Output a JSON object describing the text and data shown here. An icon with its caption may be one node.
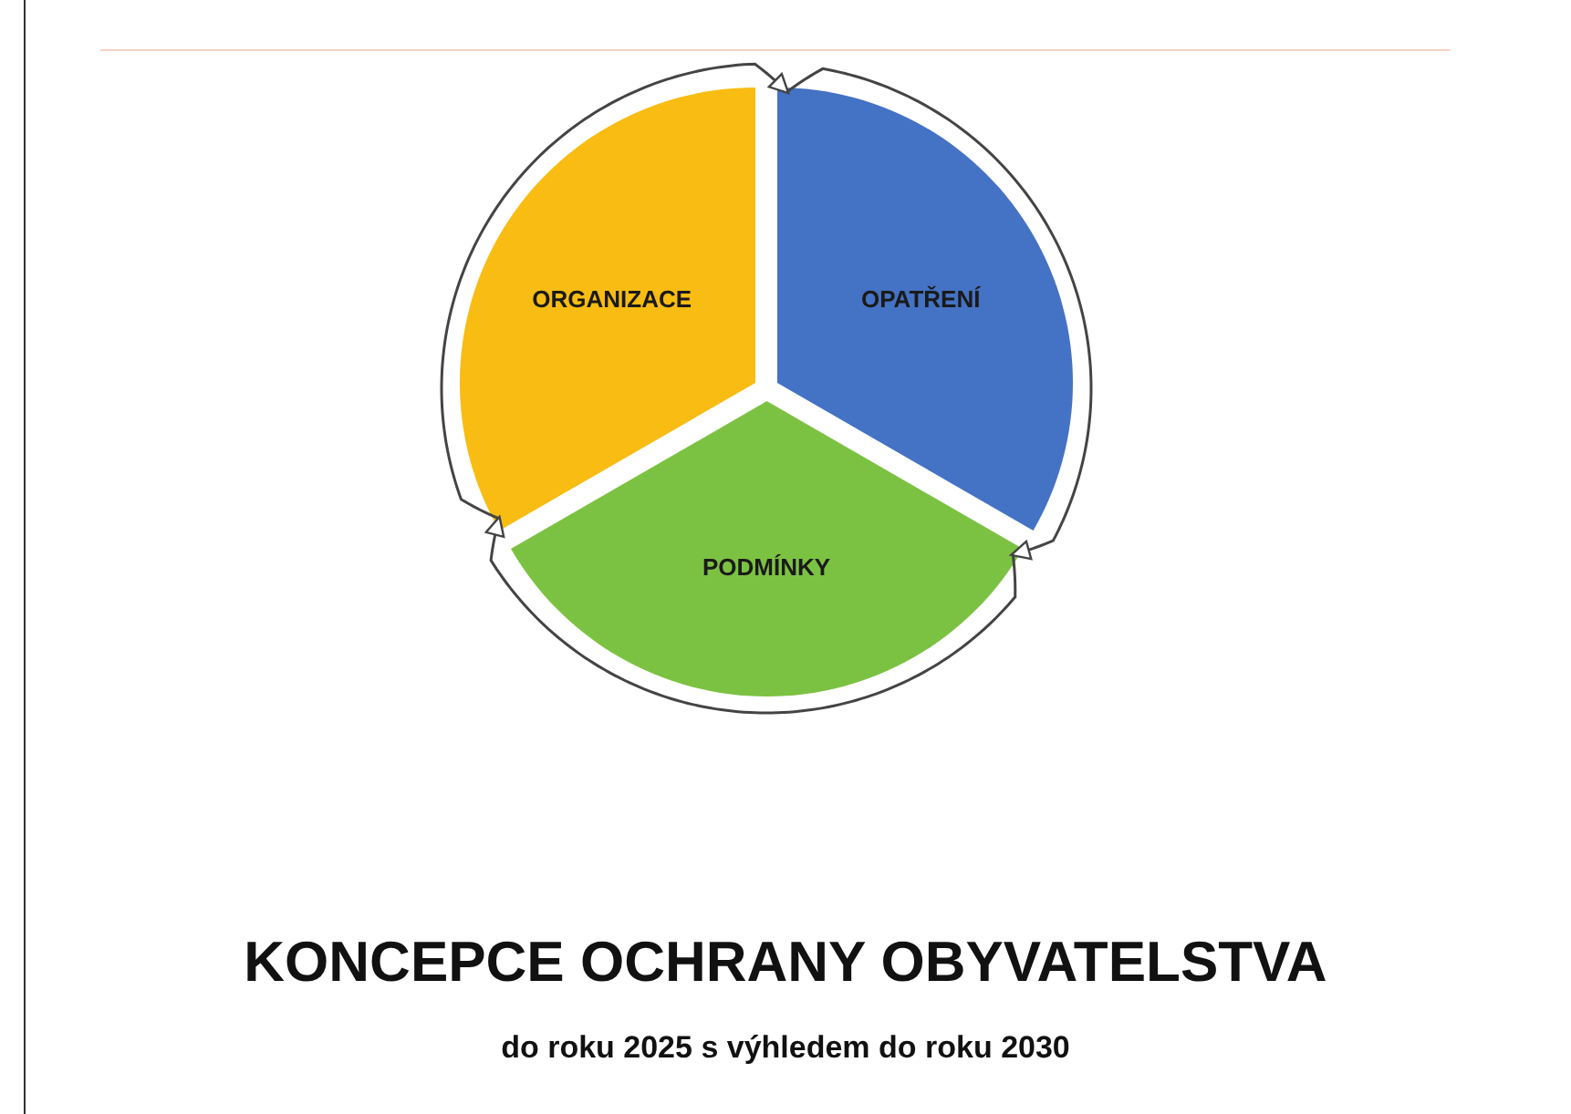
{
  "diagram": {
    "title": "KONCEPCE OCHRANY OBYVATELSTVA",
    "nodes": [
      {
        "text": [
          "ORGANIZACE"
        ]
      },
      {
        "text": [
          "OPATŘENÍ"
        ]
      },
      {
        "text": [
          "PODMÍNKY"
        ]
      }
    ],
    "edges": [
      {
        "from": 0,
        "to": 1,
        "arrow": "to"
      },
      {
        "from": 1,
        "to": 2,
        "arrow": "to"
      },
      {
        "from": 2,
        "to": 0,
        "arrow": "to"
      }
    ],
    "labels": [
      "do roku 2025 s výhledem do roku 2030"
    ]
  }
}
